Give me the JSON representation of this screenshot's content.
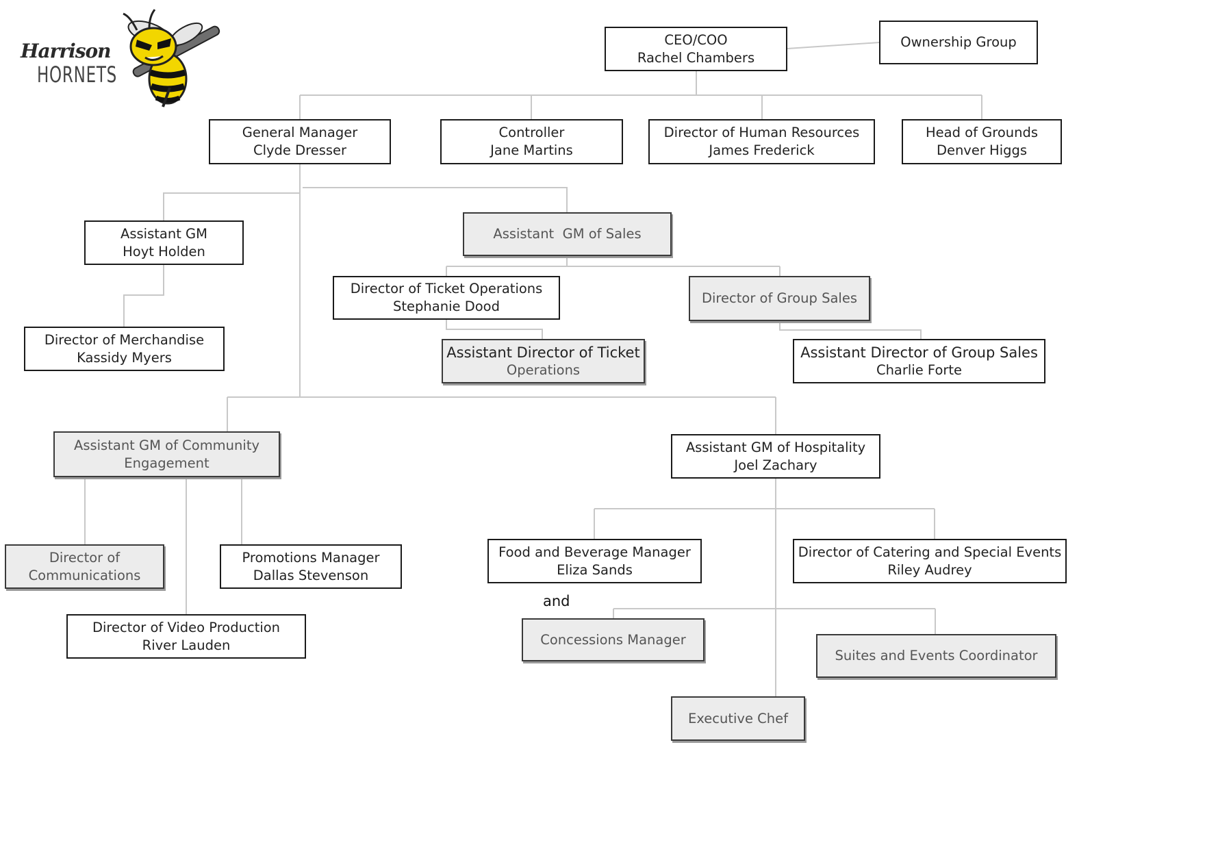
{
  "logo": {
    "line1": "Harrison",
    "line2": "HORNETS",
    "icon": "hornet-mascot-icon"
  },
  "nodes": {
    "ceo": {
      "title": "CEO/COO",
      "name": "Rachel Chambers"
    },
    "ownership": {
      "title": "Ownership Group"
    },
    "gm": {
      "title": "General Manager",
      "name": "Clyde Dresser"
    },
    "controller": {
      "title": "Controller",
      "name": "Jane Martins"
    },
    "hr": {
      "title": "Director of Human Resources",
      "name": "James Frederick"
    },
    "grounds": {
      "title": "Head of Grounds",
      "name": "Denver Higgs"
    },
    "agm": {
      "title": "Assistant GM",
      "name": "Hoyt Holden"
    },
    "merch": {
      "title": "Director of Merchandise",
      "name": "Kassidy Myers"
    },
    "agm_sales": {
      "title": "Assistant  GM of Sales"
    },
    "ticket_ops": {
      "title": "Director of Ticket Operations",
      "name": "Stephanie Dood"
    },
    "asst_ticket": {
      "title": "Assistant Director of Ticket",
      "name": "Operations"
    },
    "group_sales": {
      "title": "Director of Group Sales"
    },
    "asst_group": {
      "title": "Assistant Director of Group Sales",
      "name": "Charlie Forte"
    },
    "agm_comm": {
      "title": "Assistant GM of Community",
      "name": "Engagement"
    },
    "comms": {
      "title": "Director of",
      "name": "Communications"
    },
    "promo": {
      "title": "Promotions Manager",
      "name": "Dallas Stevenson"
    },
    "video": {
      "title": "Director of Video Production",
      "name": "River Lauden"
    },
    "agm_hosp": {
      "title": "Assistant GM of Hospitality",
      "name": "Joel Zachary"
    },
    "fnb": {
      "title": "Food and Beverage Manager",
      "name": "Eliza Sands"
    },
    "catering": {
      "title": "Director of Catering and Special Events",
      "name": "Riley Audrey"
    },
    "concessions": {
      "title": "Concessions Manager"
    },
    "suites": {
      "title": "Suites and Events Coordinator"
    },
    "chef": {
      "title": "Executive Chef"
    }
  },
  "and_label": "and",
  "colors": {
    "line": "#c8c8c8",
    "border": "#1a1a1a",
    "vacant_fill": "#ececec",
    "vacant_text": "#555555",
    "hornet_yellow": "#f2d600"
  }
}
